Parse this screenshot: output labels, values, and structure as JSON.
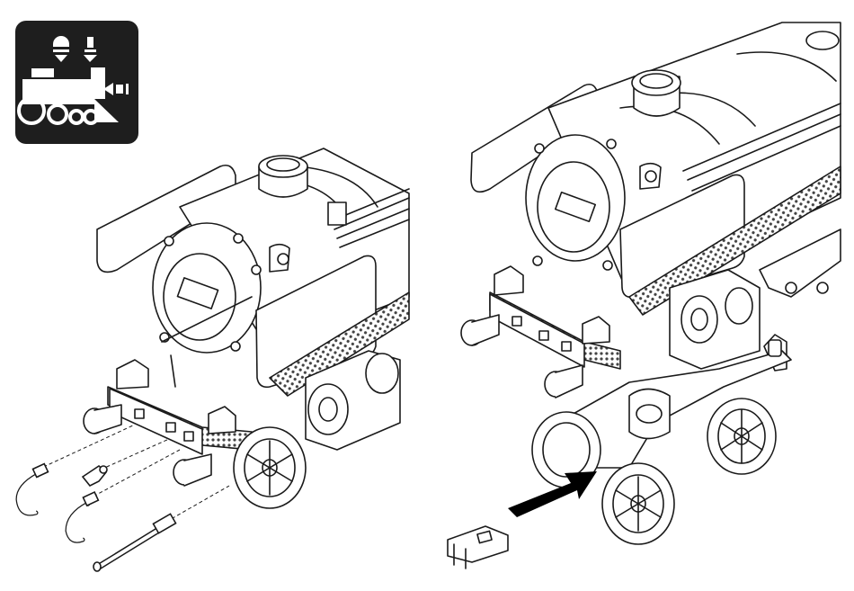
{
  "figure": {
    "badge_icon": "steam-locomotive-maintenance-icon",
    "panels": [
      {
        "name": "left-panel",
        "icon": "locomotive-front-coupler-hoses"
      },
      {
        "name": "right-panel",
        "icon": "locomotive-front-truck-insertion"
      }
    ]
  },
  "colors": {
    "ink": "#1a1a1a",
    "paper": "#ffffff",
    "badge": "#1e1e1e",
    "grating": "#555555",
    "arrow": "#000000"
  }
}
